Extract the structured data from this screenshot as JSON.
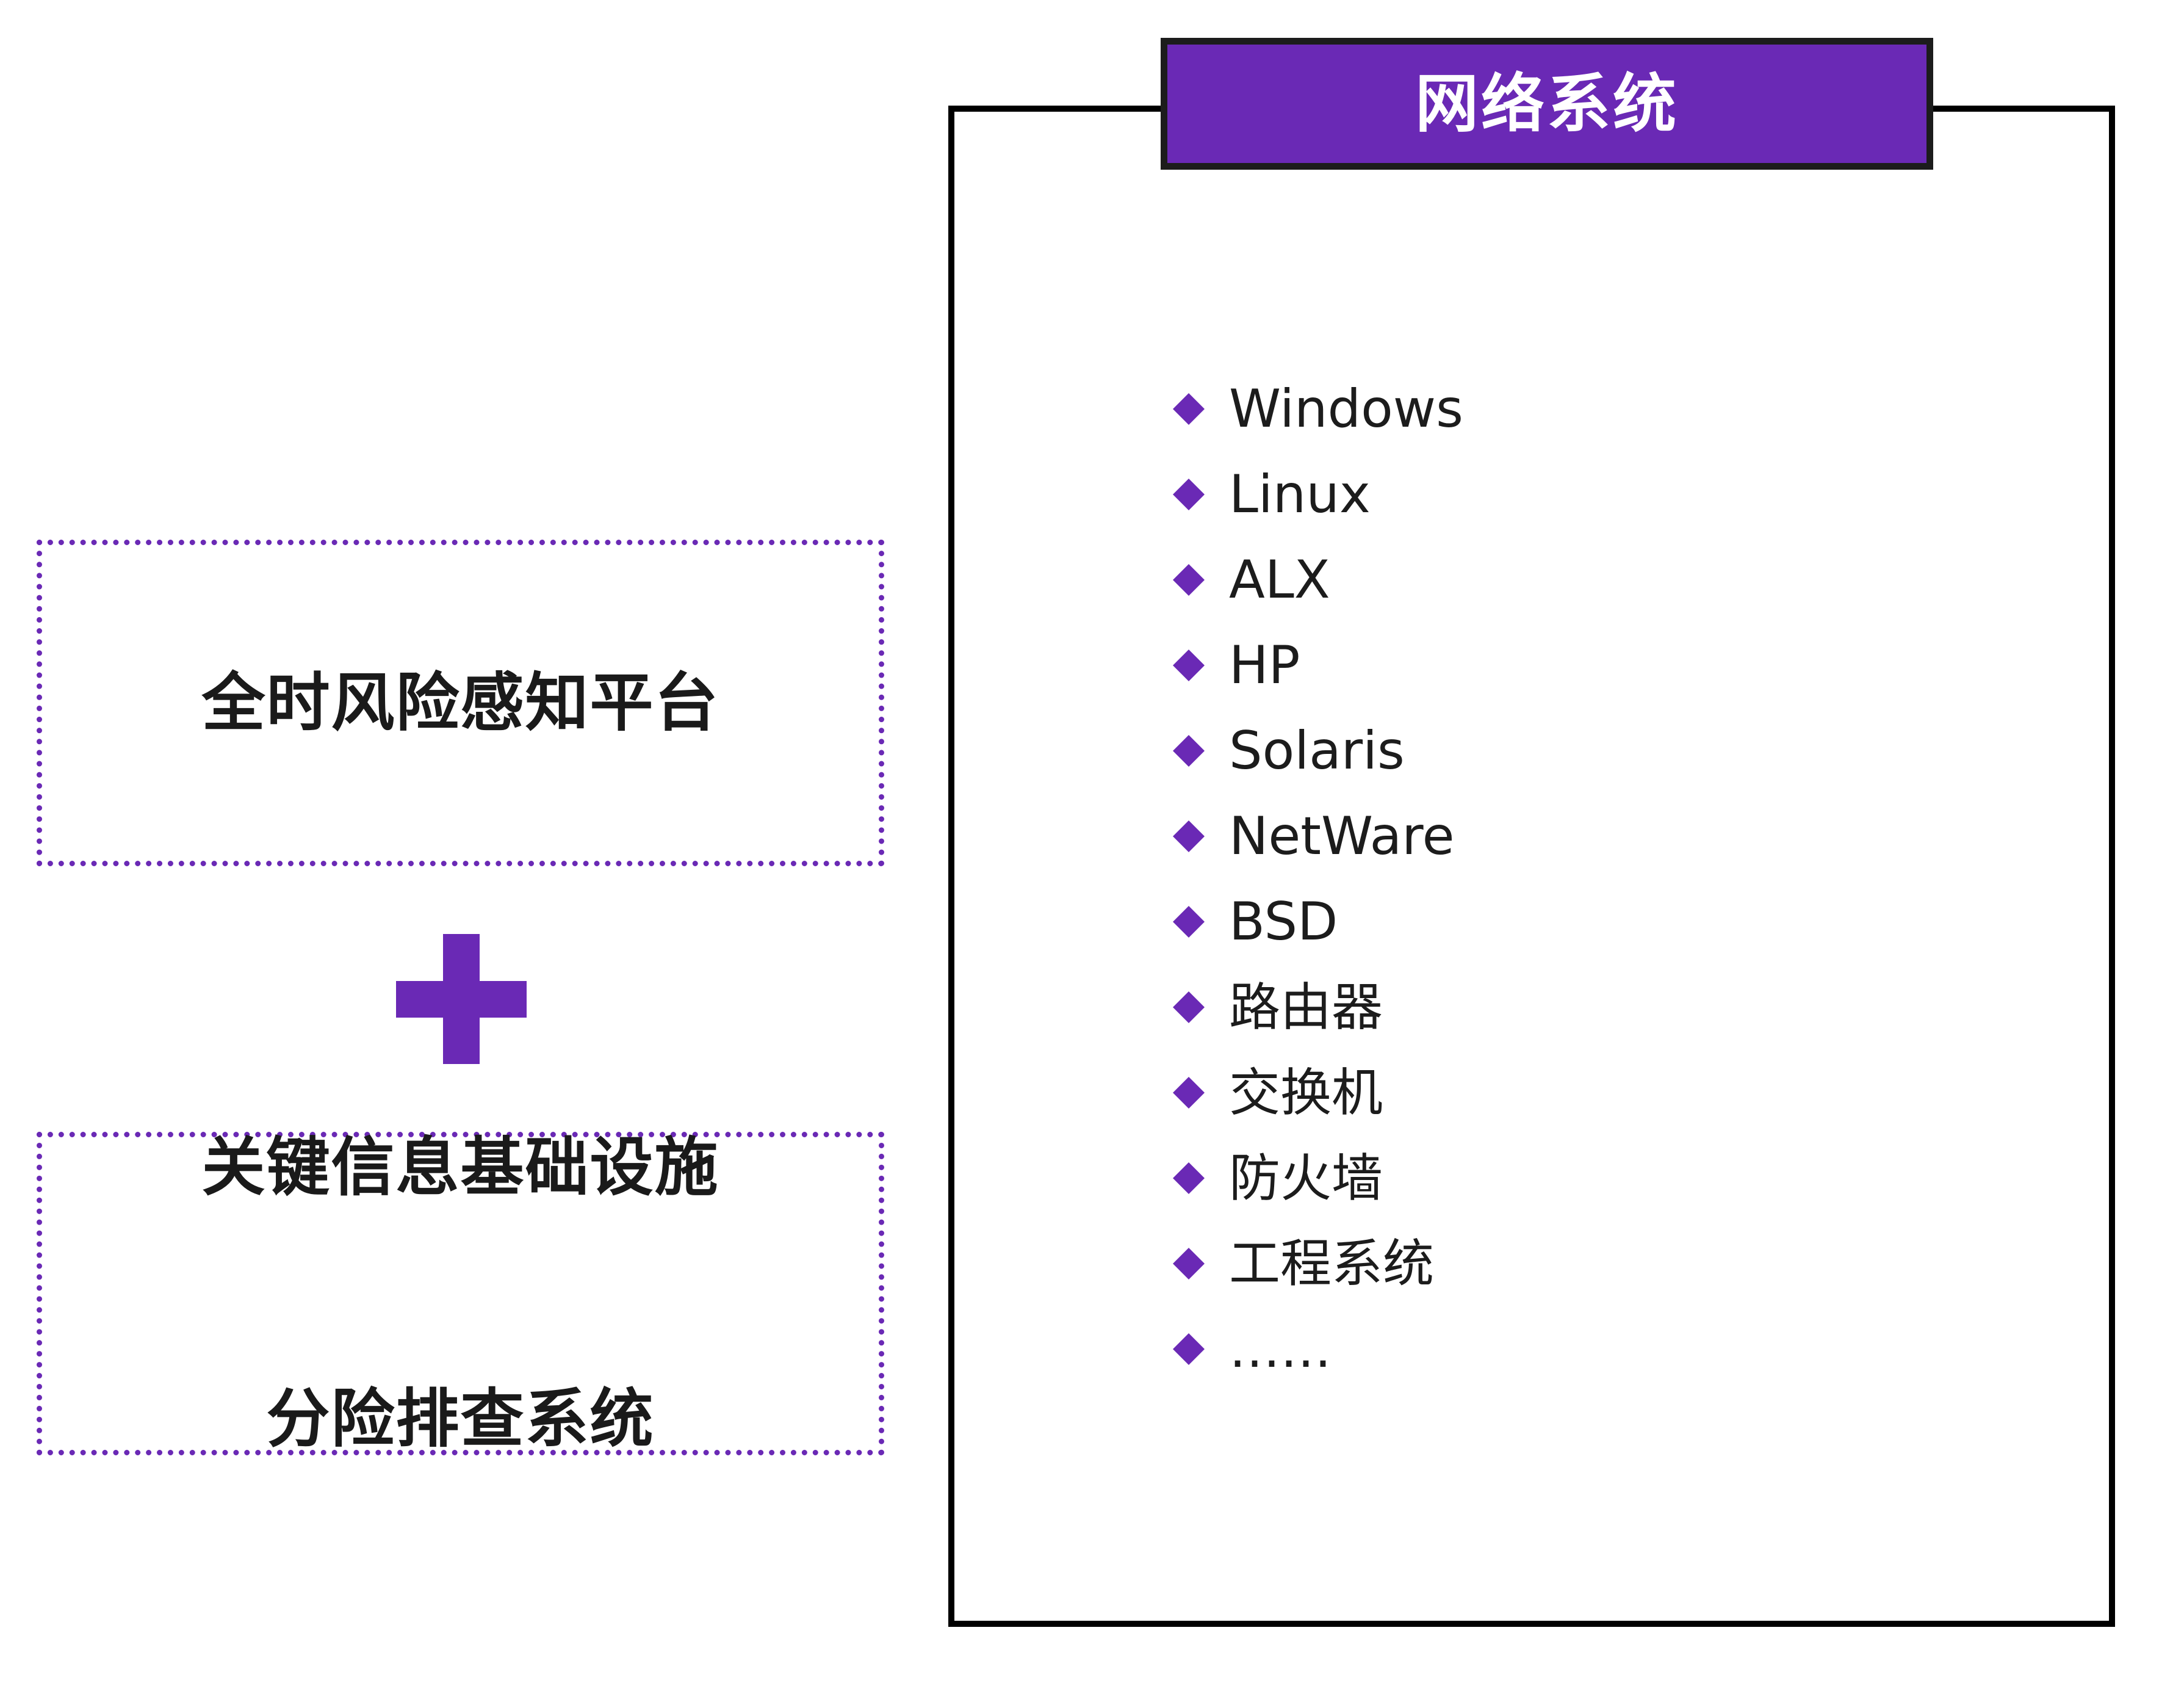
{
  "colors": {
    "accent_purple": "#6A29B5",
    "panel_border": "#000000",
    "banner_border": "#1c1c1c",
    "text_dark": "#1c1c1c",
    "banner_text": "#ffffff",
    "background": "#ffffff"
  },
  "left_column": {
    "platform_box": {
      "label": "全时风险感知平台"
    },
    "combine_operator": {
      "icon": "plus-icon",
      "symbol": "+"
    },
    "infrastructure_box": {
      "line1": "关键信息基础设施",
      "line2": "分险排查系统"
    }
  },
  "network_panel": {
    "banner_title": "网络系统",
    "items": [
      {
        "label": "Windows",
        "bullet": "diamond-bullet-icon",
        "cjk": false
      },
      {
        "label": "Linux",
        "bullet": "diamond-bullet-icon",
        "cjk": false
      },
      {
        "label": "ALX",
        "bullet": "diamond-bullet-icon",
        "cjk": false
      },
      {
        "label": "HP",
        "bullet": "diamond-bullet-icon",
        "cjk": false
      },
      {
        "label": "Solaris",
        "bullet": "diamond-bullet-icon",
        "cjk": false
      },
      {
        "label": "NetWare",
        "bullet": "diamond-bullet-icon",
        "cjk": false
      },
      {
        "label": "BSD",
        "bullet": "diamond-bullet-icon",
        "cjk": false
      },
      {
        "label": "路由器",
        "bullet": "diamond-bullet-icon",
        "cjk": true
      },
      {
        "label": "交换机",
        "bullet": "diamond-bullet-icon",
        "cjk": true
      },
      {
        "label": "防火墙",
        "bullet": "diamond-bullet-icon",
        "cjk": true
      },
      {
        "label": "工程系统",
        "bullet": "diamond-bullet-icon",
        "cjk": true
      },
      {
        "label": "……",
        "bullet": "diamond-bullet-icon",
        "cjk": true
      }
    ]
  }
}
